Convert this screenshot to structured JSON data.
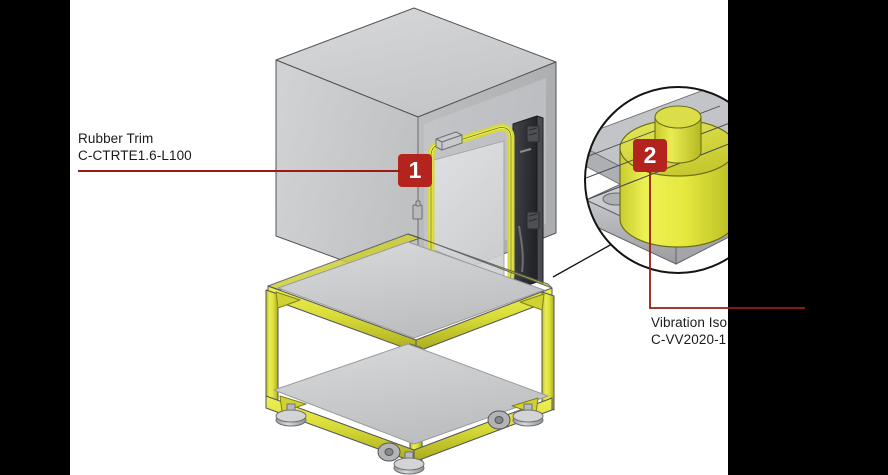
{
  "image": {
    "kind": "technical-illustration",
    "subject": "Enclosure cabinet on aluminum extrusion frame with callouts",
    "background_color": "#ffffff",
    "letterbox_color": "#000000",
    "accent_color": "#b3241e",
    "leader_color": "#9c1a14",
    "frame_color": "#d7d93a",
    "panel_color": "#c9cacc"
  },
  "callouts": [
    {
      "number": "1",
      "title": "Rubber Trim",
      "part_number": "C-CTRTE1.6-L100"
    },
    {
      "number": "2",
      "title": "Vibration Iso",
      "part_number": "C-VV2020-1"
    }
  ],
  "detail_view": {
    "name": "magnified-vibration-isolator",
    "shape": "circle"
  }
}
